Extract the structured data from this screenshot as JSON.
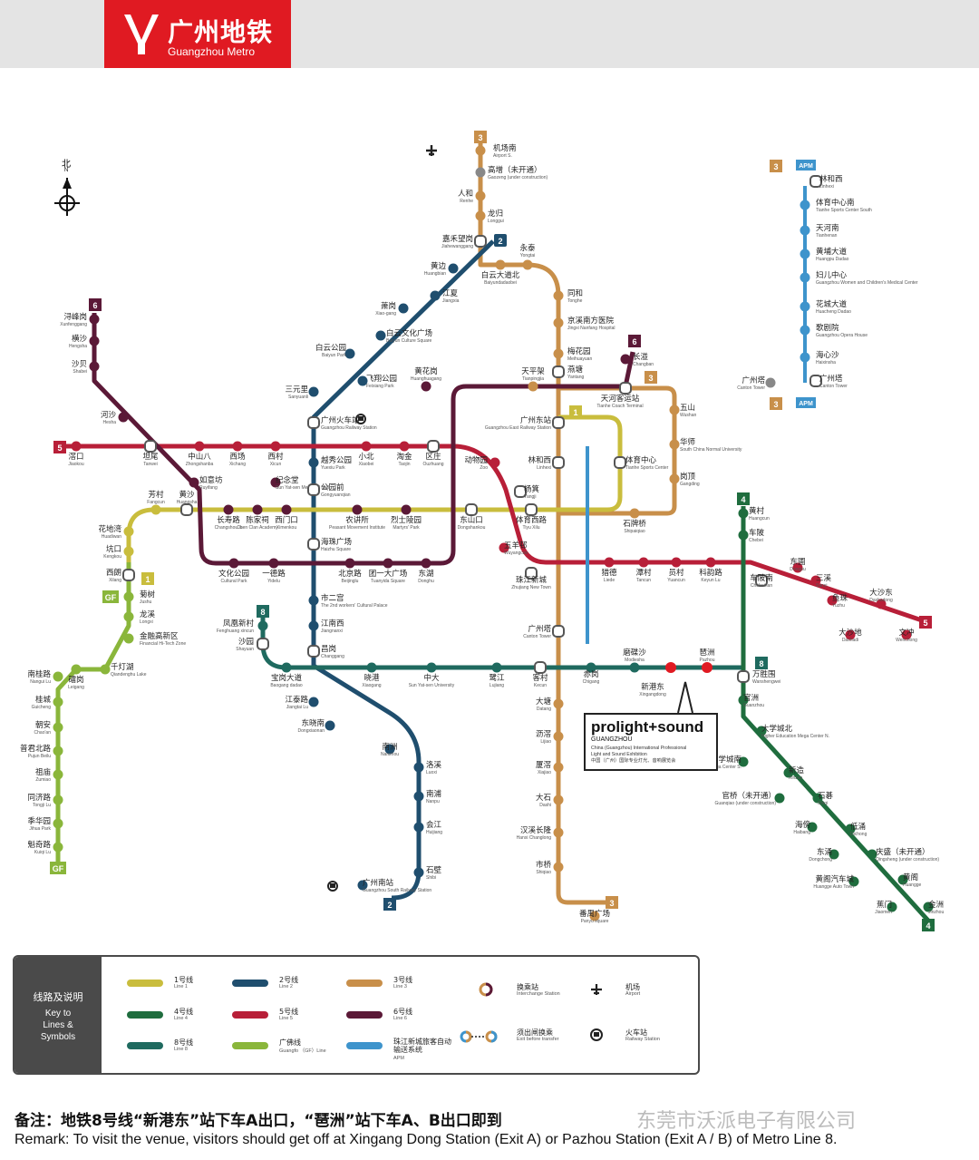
{
  "header": {
    "logo_cn": "广州地铁",
    "logo_en": "Guangzhou Metro"
  },
  "compass": {
    "cn": "北",
    "en": "N"
  },
  "colors": {
    "line1": "#c9bd3d",
    "line2": "#1f4e6e",
    "line3": "#c88f4a",
    "line4": "#1f6d3e",
    "line5": "#b81f38",
    "line6": "#5b1937",
    "line8": "#1f6a5f",
    "gf": "#8ab63b",
    "apm": "#3e94cc"
  },
  "line_badges": {
    "l1": "1",
    "l2": "2",
    "l3": "3",
    "l4": "4",
    "l5": "5",
    "l6": "6",
    "l8": "8",
    "gf": "GF",
    "apm": "APM"
  },
  "stations": [
    {
      "id": "jichangnan",
      "cn": "机场南",
      "en": "Airport S."
    },
    {
      "id": "gaozeng",
      "cn": "高增（未开通）",
      "en": "Gaozeng (under construction)"
    },
    {
      "id": "renhe",
      "cn": "人和",
      "en": "Renhe"
    },
    {
      "id": "longgui",
      "cn": "龙归",
      "en": "Longgui"
    },
    {
      "id": "jiahewanggang",
      "cn": "嘉禾望岗",
      "en": "Jiahewanggang"
    },
    {
      "id": "yongtai",
      "cn": "永泰",
      "en": "Yongtai"
    },
    {
      "id": "huangbian",
      "cn": "黄边",
      "en": "Huangbian"
    },
    {
      "id": "baiyundadaobei",
      "cn": "白云大道北",
      "en": "Baiyundadaobei"
    },
    {
      "id": "jiangxia",
      "cn": "江夏",
      "en": "Jiangxia"
    },
    {
      "id": "xiaogang",
      "cn": "萧岗",
      "en": "Xiao-gang"
    },
    {
      "id": "tonghe",
      "cn": "同和",
      "en": "Tonghe"
    },
    {
      "id": "jingxi",
      "cn": "京溪南方医院",
      "en": "Jingxi Nanfang Hospital"
    },
    {
      "id": "baiyunwenhua",
      "cn": "白云文化广场",
      "en": "Baiyun Culture Square"
    },
    {
      "id": "baiyungongyuan",
      "cn": "白云公园",
      "en": "Baiyun Park"
    },
    {
      "id": "meihuayuan",
      "cn": "梅花园",
      "en": "Meihuayuan"
    },
    {
      "id": "feixiang",
      "cn": "飞翔公园",
      "en": "Feixiang Park"
    },
    {
      "id": "yantang",
      "cn": "燕塘",
      "en": "Yantang"
    },
    {
      "id": "tianpinggang",
      "cn": "天平架",
      "en": "Tianpingjia"
    },
    {
      "id": "changban",
      "cn": "长湴",
      "en": "Changban"
    },
    {
      "id": "sanyuanli",
      "cn": "三元里",
      "en": "Sanyuanli"
    },
    {
      "id": "tianheketing",
      "cn": "天河客运站",
      "en": "Tianhe Coach Terminal"
    },
    {
      "id": "wushan",
      "cn": "五山",
      "en": "Wushan"
    },
    {
      "id": "huanghuagang",
      "cn": "黄花岗",
      "en": "Huanghuagang"
    },
    {
      "id": "guangzhouhuochezhan",
      "cn": "广州火车站",
      "en": "Guangzhou Railway Station"
    },
    {
      "id": "guangzhoudong",
      "cn": "广州东站",
      "en": "Guangzhou East Railway Station"
    },
    {
      "id": "huashi",
      "cn": "华师",
      "en": "South China Normal University"
    },
    {
      "id": "xunfenggang",
      "cn": "浔峰岗",
      "en": "Xunfenggang"
    },
    {
      "id": "hengsha",
      "cn": "横沙",
      "en": "Hengsha"
    },
    {
      "id": "shabei",
      "cn": "沙贝",
      "en": "Shabei"
    },
    {
      "id": "hesha",
      "cn": "河沙",
      "en": "Hesha"
    },
    {
      "id": "jiaokou",
      "cn": "滘口",
      "en": "Jiaokou"
    },
    {
      "id": "tanwei",
      "cn": "坦尾",
      "en": "Tanwei"
    },
    {
      "id": "zhongshanba",
      "cn": "中山八",
      "en": "Zhongshanba"
    },
    {
      "id": "xichang",
      "cn": "西场",
      "en": "Xichang"
    },
    {
      "id": "xicun",
      "cn": "西村",
      "en": "Xicun"
    },
    {
      "id": "yuexiu",
      "cn": "越秀公园",
      "en": "Yuexiu Park"
    },
    {
      "id": "xiaobei",
      "cn": "小北",
      "en": "Xiaobei"
    },
    {
      "id": "taojin",
      "cn": "淘金",
      "en": "Taojin"
    },
    {
      "id": "ouzhuang",
      "cn": "区庄",
      "en": "Ouzhuang"
    },
    {
      "id": "dongwuyuan",
      "cn": "动物园",
      "en": "Zoo"
    },
    {
      "id": "linhexi",
      "cn": "林和西",
      "en": "Linhexi"
    },
    {
      "id": "tiyuzhongxin",
      "cn": "体育中心",
      "en": "Tianhe Sports Center"
    },
    {
      "id": "gangding",
      "cn": "岗顶",
      "en": "Gangding"
    },
    {
      "id": "ruyifang",
      "cn": "如意坊",
      "en": "Ruyifang"
    },
    {
      "id": "jinianting",
      "cn": "纪念堂",
      "en": "Sun Yat-sen Memorial Hall"
    },
    {
      "id": "gongyuanqian",
      "cn": "公园前",
      "en": "Gongyuanqian"
    },
    {
      "id": "yangji",
      "cn": "杨箕",
      "en": "Yangji"
    },
    {
      "id": "fangcun",
      "cn": "芳村",
      "en": "Fangcun"
    },
    {
      "id": "huangsha",
      "cn": "黄沙",
      "en": "Huangsha"
    },
    {
      "id": "changshoulu",
      "cn": "长寿路",
      "en": "Changshou lu"
    },
    {
      "id": "chenjiaci",
      "cn": "陈家祠",
      "en": "Chen Clan Academy"
    },
    {
      "id": "ximenkou",
      "cn": "西门口",
      "en": "Ximenkou"
    },
    {
      "id": "nongjiangsuo",
      "cn": "农讲所",
      "en": "Peasant Movement Institute"
    },
    {
      "id": "lieshi",
      "cn": "烈士陵园",
      "en": "Martyrs' Park"
    },
    {
      "id": "dongshankou",
      "cn": "东山口",
      "en": "Dongshankou"
    },
    {
      "id": "tiyuxilu",
      "cn": "体育西路",
      "en": "Tiyu Xilu"
    },
    {
      "id": "shipaiqiao",
      "cn": "石牌桥",
      "en": "Shipaiqiao"
    },
    {
      "id": "huangcun",
      "cn": "黄村",
      "en": "Huangcun"
    },
    {
      "id": "chebei",
      "cn": "车陂",
      "en": "Chebei"
    },
    {
      "id": "huadiwan",
      "cn": "花地湾",
      "en": "Huadiwan"
    },
    {
      "id": "kengkou",
      "cn": "坑口",
      "en": "Kengkou"
    },
    {
      "id": "xilang",
      "cn": "西朗",
      "en": "Xilang"
    },
    {
      "id": "haizhuguangchang",
      "cn": "海珠广场",
      "en": "Haizhu Square"
    },
    {
      "id": "wuyangcun",
      "cn": "五羊邨",
      "en": "Wuyangcun"
    },
    {
      "id": "zhujiangxincheng",
      "cn": "珠江新城",
      "en": "Zhujiang New Town"
    },
    {
      "id": "liede",
      "cn": "猎德",
      "en": "Liede"
    },
    {
      "id": "tancun",
      "cn": "潭村",
      "en": "Tancun"
    },
    {
      "id": "yuancun",
      "cn": "员村",
      "en": "Yuancun"
    },
    {
      "id": "keyunlu",
      "cn": "科韵路",
      "en": "Keyun Lu"
    },
    {
      "id": "chebeinan",
      "cn": "车陂南",
      "en": "Chebeinan"
    },
    {
      "id": "dongpu",
      "cn": "东圃",
      "en": "Dongpu"
    },
    {
      "id": "sanxi",
      "cn": "三溪",
      "en": "Sanxi"
    },
    {
      "id": "yuzhu",
      "cn": "鱼珠",
      "en": "Yuzhu"
    },
    {
      "id": "dashadong",
      "cn": "大沙东",
      "en": "Dashadong"
    },
    {
      "id": "dashadi",
      "cn": "大沙地",
      "en": "Dashadi"
    },
    {
      "id": "wenchong",
      "cn": "文冲",
      "en": "Wenchong"
    },
    {
      "id": "wenhuagongyuan",
      "cn": "文化公园",
      "en": "Cultural Park"
    },
    {
      "id": "yidelu",
      "cn": "一德路",
      "en": "Yidelu"
    },
    {
      "id": "beijinglu",
      "cn": "北京路",
      "en": "Beijinglu"
    },
    {
      "id": "tuanyida",
      "cn": "团一大广场",
      "en": "Tuanyida Square"
    },
    {
      "id": "donghu",
      "cn": "东湖",
      "en": "Donghu"
    },
    {
      "id": "shiergong",
      "cn": "市二宫",
      "en": "The 2nd workers' Cultural Palace"
    },
    {
      "id": "jiangnanxi",
      "cn": "江南西",
      "en": "Jiangnanxi"
    },
    {
      "id": "changgang",
      "cn": "昌岗",
      "en": "Changgang"
    },
    {
      "id": "jushu",
      "cn": "菊树",
      "en": "Jushu"
    },
    {
      "id": "longxi",
      "cn": "龙溪",
      "en": "Longxi"
    },
    {
      "id": "jinronggaoxin",
      "cn": "金融高新区",
      "en": "Financial Hi-Tech Zone"
    },
    {
      "id": "qiandenghu",
      "cn": "千灯湖",
      "en": "Qiandenghu Lake"
    },
    {
      "id": "leigang",
      "cn": "礌岗",
      "en": "Leigang"
    },
    {
      "id": "nanguilu",
      "cn": "南桂路",
      "en": "Nangui Lu"
    },
    {
      "id": "guicheng",
      "cn": "桂城",
      "en": "Guicheng"
    },
    {
      "id": "chaoan",
      "cn": "朝安",
      "en": "Chao'an"
    },
    {
      "id": "pujinbeilu",
      "cn": "普君北路",
      "en": "Pujun Beilu"
    },
    {
      "id": "zumiao",
      "cn": "祖庙",
      "en": "Zumiao"
    },
    {
      "id": "tongjilu",
      "cn": "同济路",
      "en": "Tongji Lu"
    },
    {
      "id": "jihuayuan",
      "cn": "季华园",
      "en": "Jihua Park"
    },
    {
      "id": "kuiqilu",
      "cn": "魁奇路",
      "en": "Kuiqi Lu"
    },
    {
      "id": "fenghuangxincun",
      "cn": "凤凰新村",
      "en": "Fenghuang xincun"
    },
    {
      "id": "shayuan",
      "cn": "沙园",
      "en": "Shayuan"
    },
    {
      "id": "baogang",
      "cn": "宝岗大道",
      "en": "Baogang dadao"
    },
    {
      "id": "xiaogang8",
      "cn": "晓港",
      "en": "Xiaogang"
    },
    {
      "id": "zhongda",
      "cn": "中大",
      "en": "Sun Yat-sen University"
    },
    {
      "id": "lujiang",
      "cn": "鹭江",
      "en": "Lujiang"
    },
    {
      "id": "kecun",
      "cn": "客村",
      "en": "Kecun"
    },
    {
      "id": "chigang",
      "cn": "赤岗",
      "en": "Chigang"
    },
    {
      "id": "modiesha",
      "cn": "磨碟沙",
      "en": "Modiesha"
    },
    {
      "id": "xingangdong",
      "cn": "新港东",
      "en": "Xingangdong"
    },
    {
      "id": "pazhou",
      "cn": "琶洲",
      "en": "Pazhou"
    },
    {
      "id": "wanshengwei",
      "cn": "万胜围",
      "en": "Wanshengwei"
    },
    {
      "id": "guanzhou",
      "cn": "官洲",
      "en": "Guanzhou"
    },
    {
      "id": "daxuechengbei",
      "cn": "大学城北",
      "en": "Higher Education Mega Center N."
    },
    {
      "id": "daxuechengnan",
      "cn": "大学城南",
      "en": "Higher Education Mega Center S."
    },
    {
      "id": "xinzao",
      "cn": "新造",
      "en": "Xinzao"
    },
    {
      "id": "guanqiao",
      "cn": "官桥（未开通）",
      "en": "Guanqiao (under construction)"
    },
    {
      "id": "shiqi",
      "cn": "石碁",
      "en": "Shiqi"
    },
    {
      "id": "haibang",
      "cn": "海傍",
      "en": "Haibang"
    },
    {
      "id": "dichong",
      "cn": "低涌",
      "en": "Dichong"
    },
    {
      "id": "dongchong",
      "cn": "东涌",
      "en": "Dongchong"
    },
    {
      "id": "qingsheng",
      "cn": "庆盛（未开通）",
      "en": "Qingsheng (under construction)"
    },
    {
      "id": "huangge_auto",
      "cn": "黄阁汽车城",
      "en": "Huangge Auto Town"
    },
    {
      "id": "huangge",
      "cn": "黄阁",
      "en": "Huangge"
    },
    {
      "id": "jiaomen",
      "cn": "蕉门",
      "en": "Jiaomen"
    },
    {
      "id": "jinzhou",
      "cn": "金洲",
      "en": "Jinzhou"
    },
    {
      "id": "jiangtailu",
      "cn": "江泰路",
      "en": "Jiangtai Lu"
    },
    {
      "id": "dongxiaonan",
      "cn": "东晓南",
      "en": "Dongxiaonan"
    },
    {
      "id": "nanzhou",
      "cn": "南洲",
      "en": "Nanzhou"
    },
    {
      "id": "luoxi",
      "cn": "洛溪",
      "en": "Luoxi"
    },
    {
      "id": "nanpu",
      "cn": "南浦",
      "en": "Nanpu"
    },
    {
      "id": "huijiang",
      "cn": "会江",
      "en": "Huijiang"
    },
    {
      "id": "shibi",
      "cn": "石壁",
      "en": "Shibi"
    },
    {
      "id": "guangzhounan",
      "cn": "广州南站",
      "en": "Guangzhou South Railway Station"
    },
    {
      "id": "datang",
      "cn": "大塘",
      "en": "Datang"
    },
    {
      "id": "lijiao",
      "cn": "沥滘",
      "en": "Lijiao"
    },
    {
      "id": "xiajiao",
      "cn": "厦滘",
      "en": "Xiajiao"
    },
    {
      "id": "dashi",
      "cn": "大石",
      "en": "Dashi"
    },
    {
      "id": "hanxi",
      "cn": "汉溪长隆",
      "en": "Hanxi Changlong"
    },
    {
      "id": "shiqiao",
      "cn": "市桥",
      "en": "Shiqiao"
    },
    {
      "id": "panyuguangchang",
      "cn": "番禺广场",
      "en": "Panyu square"
    },
    {
      "id": "guangzhouta",
      "cn": "广州塔",
      "en": "Canton Tower"
    },
    {
      "id": "linhexi_apm",
      "cn": "林和西",
      "en": "Linhexi"
    },
    {
      "id": "tiyuzhongxinnan",
      "cn": "体育中心南",
      "en": "Tianhe Sports Center South"
    },
    {
      "id": "tianhenan",
      "cn": "天河南",
      "en": "Tianhenan"
    },
    {
      "id": "huangpudadao",
      "cn": "黄埔大道",
      "en": "Huangpu Dadao"
    },
    {
      "id": "fuerzhongxin",
      "cn": "妇儿中心",
      "en": "Guangzhou Women and Children's Medical Center"
    },
    {
      "id": "huachengdadao",
      "cn": "花城大道",
      "en": "Huacheng Dadao"
    },
    {
      "id": "dajuyuan",
      "cn": "歌剧院",
      "en": "Guangzhou Opera House"
    },
    {
      "id": "haixinsha",
      "cn": "海心沙",
      "en": "Haixinsha"
    },
    {
      "id": "guangzhouta_apm",
      "cn": "广州塔",
      "en": "Canton Tower"
    },
    {
      "id": "guangzhouta_apm_left",
      "cn": "广州塔",
      "en": "Canton Tower"
    }
  ],
  "prolight": {
    "title": "prolight+sound",
    "sub": "GUANGZHOU",
    "desc": "China (Guangzhou) International Professional\nLight and Sound Exhibition\n中国（广州）国际专业灯光、音响展览会"
  },
  "legend": {
    "key_cn": "线路及说明",
    "key_en": "Key  to\nLines  &\nSymbols",
    "items": [
      {
        "cn": "1号线",
        "en": "Line  1"
      },
      {
        "cn": "2号线",
        "en": "Line  2"
      },
      {
        "cn": "3号线",
        "en": "Line  3"
      },
      {
        "cn": "4号线",
        "en": "Line  4"
      },
      {
        "cn": "5号线",
        "en": "Line  5"
      },
      {
        "cn": "6号线",
        "en": "Line  6"
      },
      {
        "cn": "8号线",
        "en": "Line  8"
      },
      {
        "cn": "广佛线",
        "en": "Guangfo （GF）Line"
      },
      {
        "cn": "珠江新城旅客自动输送系统",
        "en": "APM"
      },
      {
        "cn": "换乘站",
        "en": "Interchange Station"
      },
      {
        "cn": "须出闸换乘",
        "en": "Exit before transfer"
      },
      {
        "cn": "机场",
        "en": "Airport"
      },
      {
        "cn": "火车站",
        "en": "Railway Station"
      }
    ]
  },
  "remark": {
    "cn": "备注：地铁8号线“新港东”站下车A出口，“琶洲”站下车A、B出口即到",
    "en": "Remark: To visit the venue, visitors should get off at Xingang Dong Station (Exit A) or Pazhou Station (Exit A / B) of Metro Line 8."
  },
  "watermark": "东莞市沃派电子有限公司"
}
